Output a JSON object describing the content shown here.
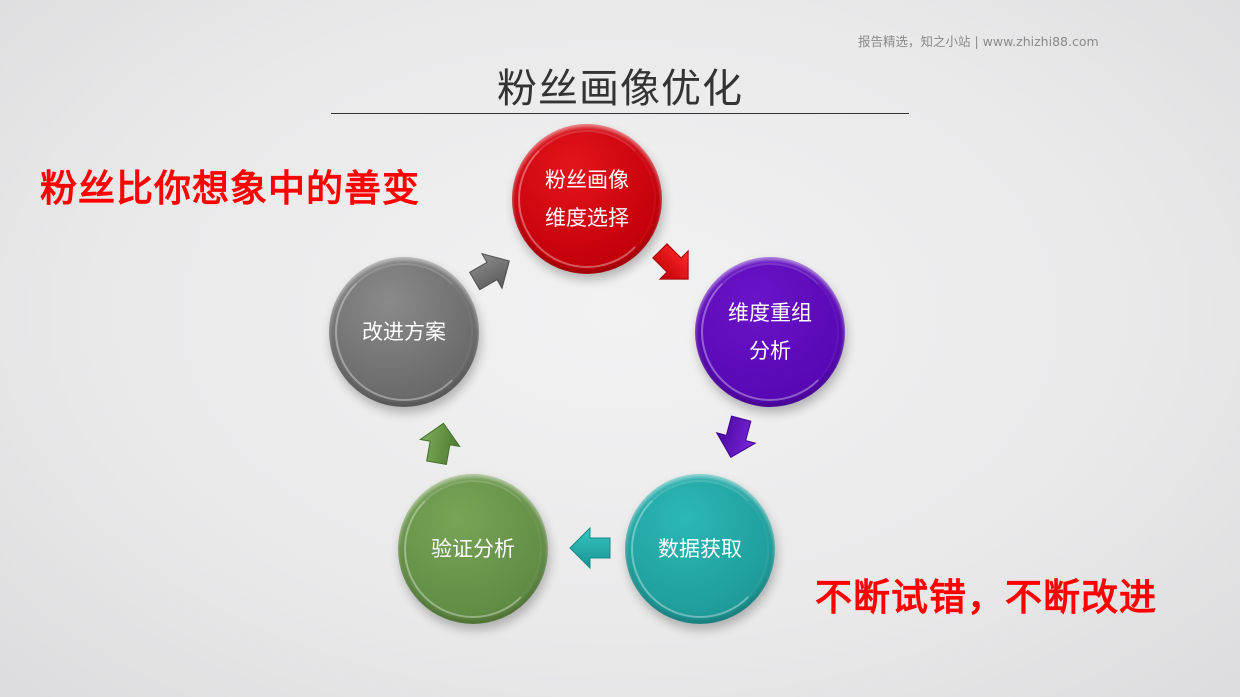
{
  "watermark": "报告精选，知之小站 | www.zhizhi88.com",
  "title": "粉丝画像优化",
  "slogans": {
    "left": "粉丝比你想象中的善变",
    "right": "不断试错，不断改进"
  },
  "cycle": {
    "nodes": [
      {
        "lines": [
          "粉丝画像",
          "维度选择"
        ],
        "color": "#c8000a"
      },
      {
        "lines": [
          "维度重组",
          "分析"
        ],
        "color": "#5a08b4"
      },
      {
        "lines": [
          "数据获取"
        ],
        "color": "#20a09e"
      },
      {
        "lines": [
          "验证分析"
        ],
        "color": "#648e46"
      },
      {
        "lines": [
          "改进方案"
        ],
        "color": "#6c6c6c"
      }
    ],
    "arrows": [
      {
        "from": "粉丝画像维度选择",
        "to": "维度重组分析",
        "color": "#e00010"
      },
      {
        "from": "维度重组分析",
        "to": "数据获取",
        "color": "#5a10c0"
      },
      {
        "from": "数据获取",
        "to": "验证分析",
        "color": "#22aaa8"
      },
      {
        "from": "验证分析",
        "to": "改进方案",
        "color": "#62923e"
      },
      {
        "from": "改进方案",
        "to": "粉丝画像维度选择",
        "color": "#6a6a6a"
      }
    ]
  }
}
